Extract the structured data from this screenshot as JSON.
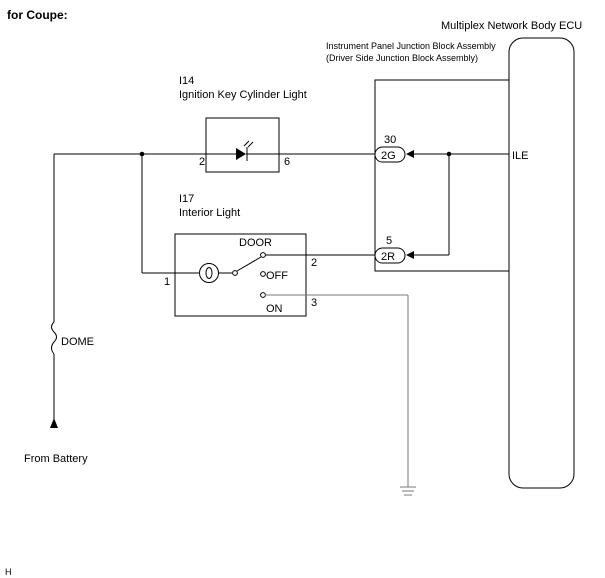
{
  "heading": "for Coupe:",
  "ecu": {
    "name": "Multiplex Network Body ECU",
    "terminal": "ILE"
  },
  "junction_block": {
    "line1": "Instrument Panel Junction Block Assembly",
    "line2": "(Driver Side Junction Block Assembly)",
    "connectors": [
      {
        "pin": "30",
        "name": "2G"
      },
      {
        "pin": "5",
        "name": "2R"
      }
    ]
  },
  "key_light": {
    "code": "I14",
    "name": "Ignition Key Cylinder Light",
    "pin_in": "2",
    "pin_out": "6"
  },
  "interior_light": {
    "code": "I17",
    "name": "Interior Light",
    "pin_left": "1",
    "positions": [
      "DOOR",
      "OFF",
      "ON"
    ],
    "pins_right": [
      "2",
      "3"
    ]
  },
  "fuse": "DOME",
  "source": "From Battery",
  "footer": "H"
}
